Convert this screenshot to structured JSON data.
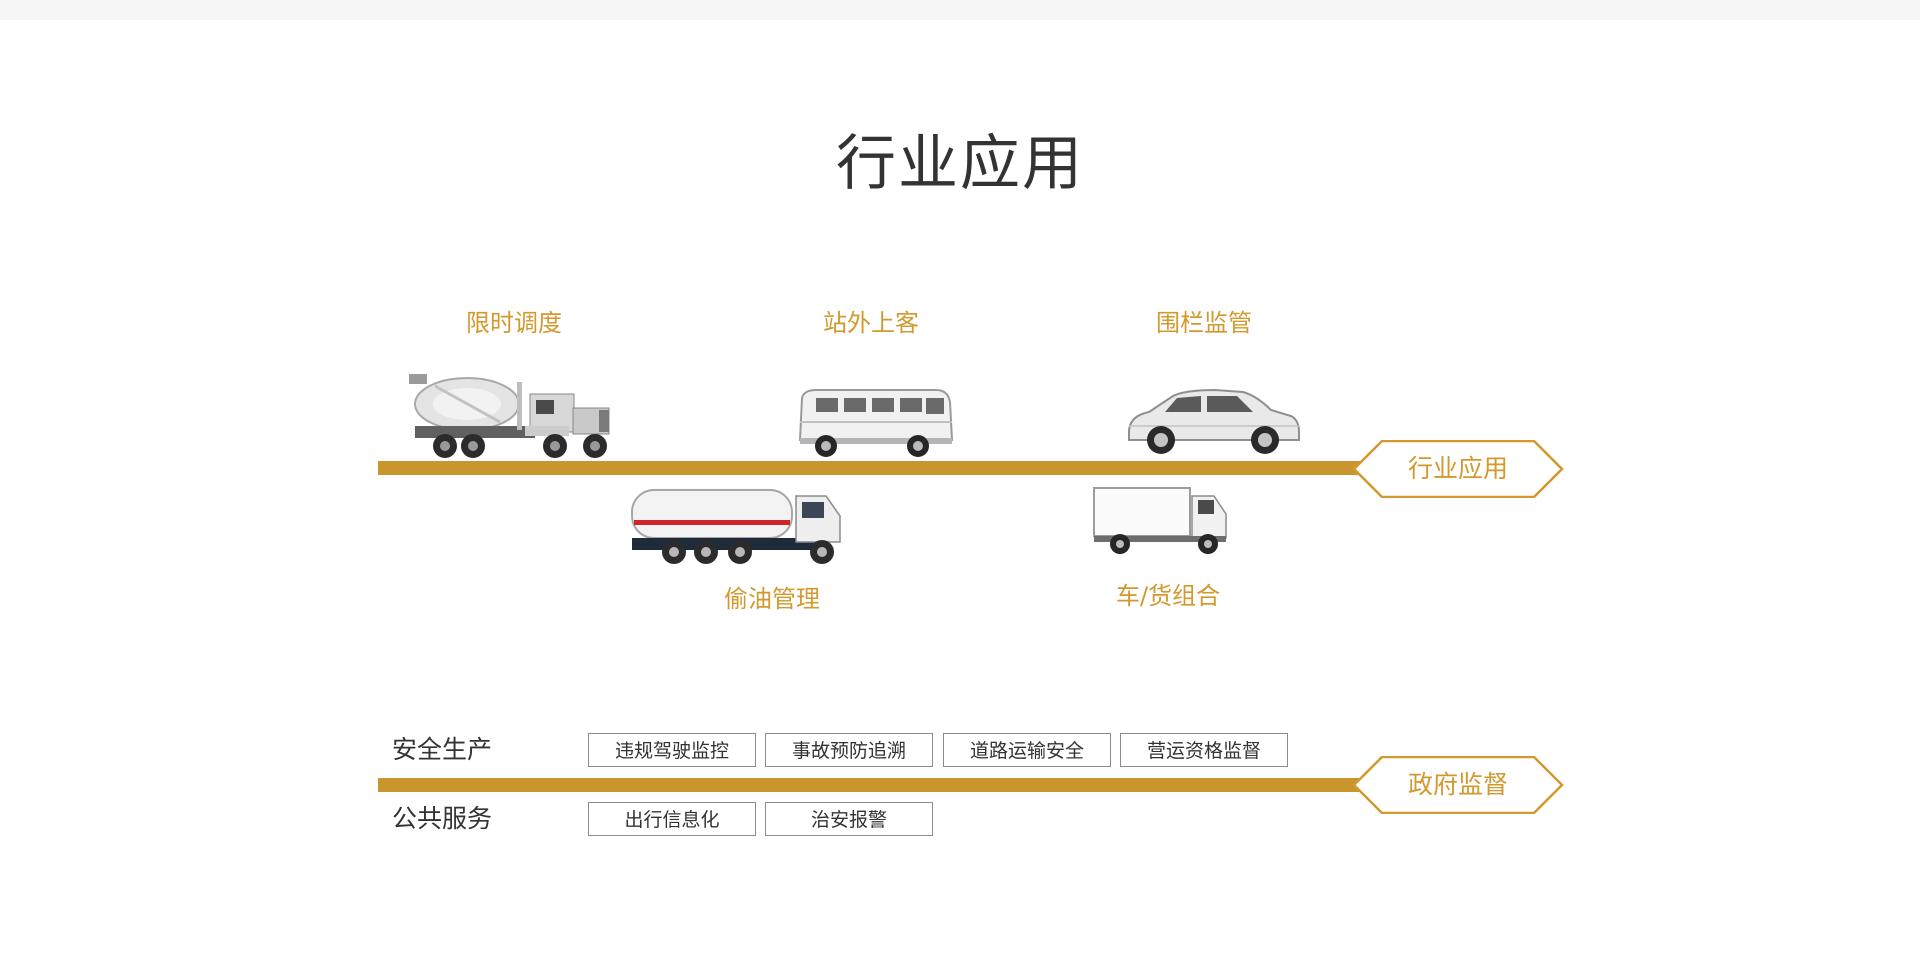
{
  "page": {
    "title": "行业应用"
  },
  "industry": {
    "tag": "行业应用",
    "upper_items": [
      {
        "label": "限时调度",
        "vehicle": "concrete-mixer-truck"
      },
      {
        "label": "站外上客",
        "vehicle": "minibus"
      },
      {
        "label": "围栏监管",
        "vehicle": "suv-car"
      }
    ],
    "lower_items": [
      {
        "label": "偷油管理",
        "vehicle": "tanker-truck"
      },
      {
        "label": "车/货组合",
        "vehicle": "box-truck"
      }
    ]
  },
  "government": {
    "tag": "政府监督",
    "safety": {
      "label": "安全生产",
      "chips": [
        "违规驾驶监控",
        "事故预防追溯",
        "道路运输安全",
        "营运资格监督"
      ]
    },
    "public": {
      "label": "公共服务",
      "chips": [
        "出行信息化",
        "治安报警"
      ]
    }
  },
  "colors": {
    "accent": "#c9962e",
    "accent_text": "#d2992e",
    "text": "#333333",
    "chip_border": "#8c8c8c"
  }
}
